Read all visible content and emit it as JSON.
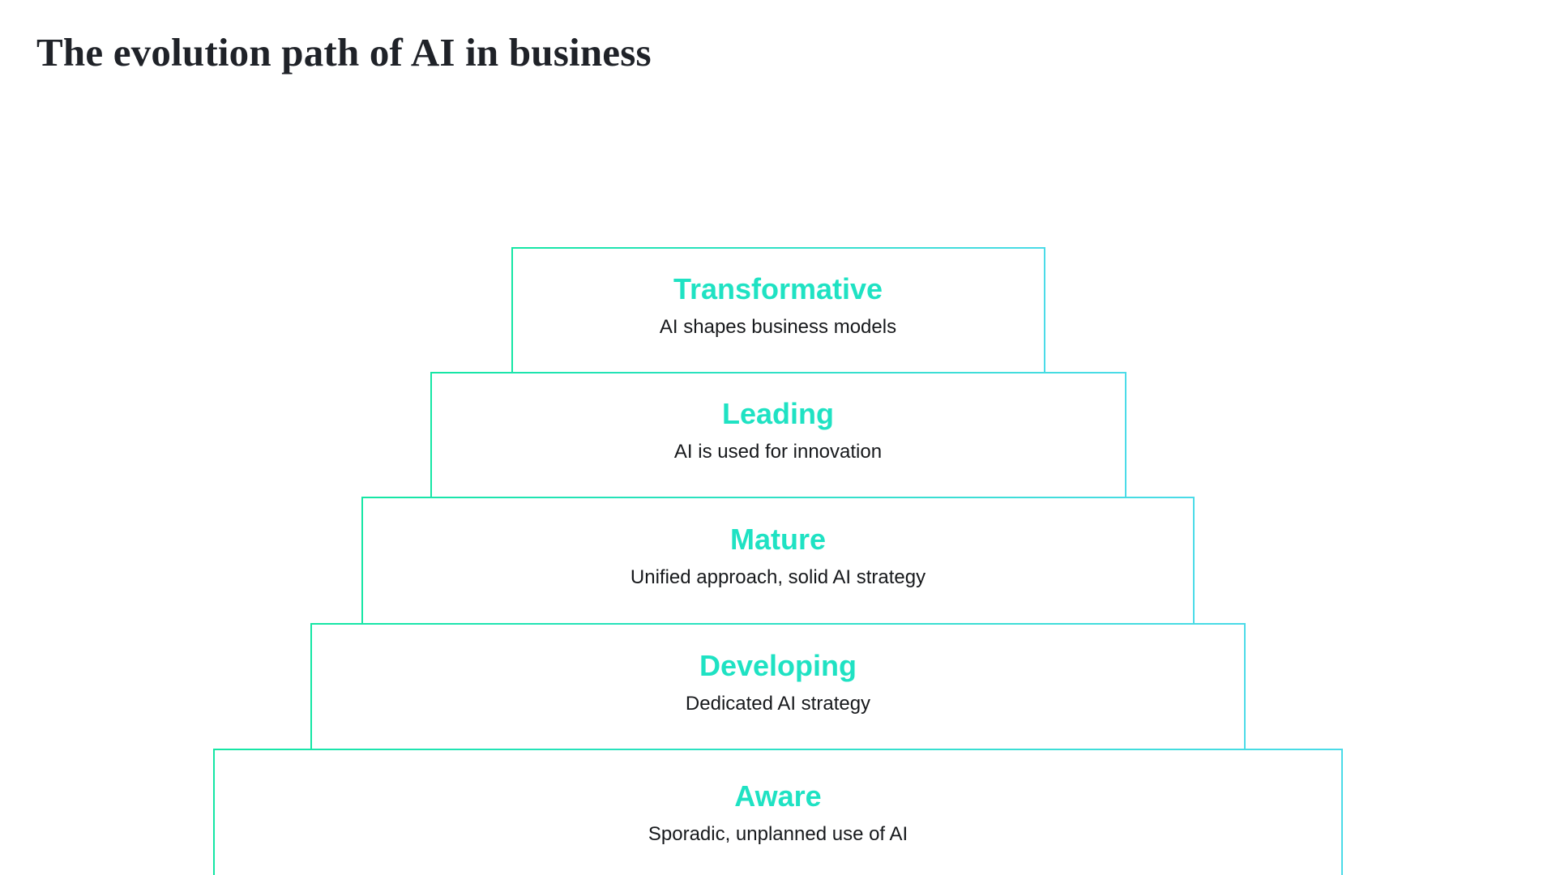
{
  "page": {
    "title": "The evolution path of AI in business"
  },
  "colors": {
    "background": "#ffffff",
    "title_color": "#1f2228",
    "text_color": "#17191c",
    "accent_text": "#1fe2c3",
    "border_gradient_start": "#15e6a4",
    "border_gradient_end": "#4bdbe8"
  },
  "pyramid": {
    "levels": [
      {
        "name": "Transformative",
        "description": "AI shapes business models"
      },
      {
        "name": "Leading",
        "description": "AI is used for innovation"
      },
      {
        "name": "Mature",
        "description": "Unified approach, solid AI strategy"
      },
      {
        "name": "Developing",
        "description": "Dedicated AI strategy"
      },
      {
        "name": "Aware",
        "description": "Sporadic, unplanned use of AI"
      }
    ]
  }
}
